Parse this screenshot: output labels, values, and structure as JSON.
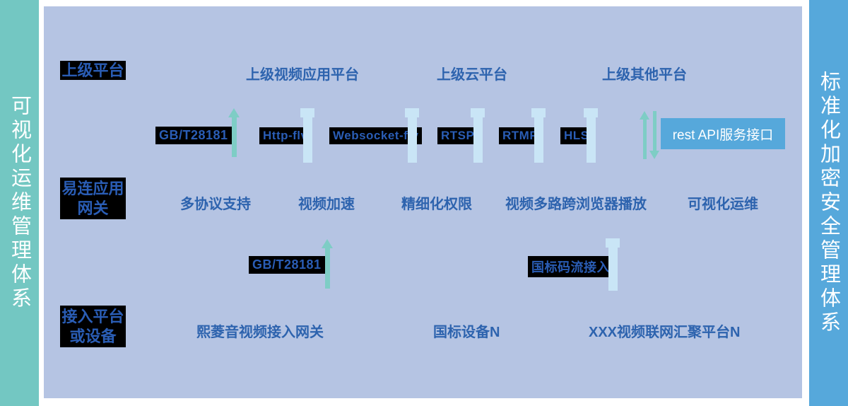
{
  "left_sidebar": {
    "label": "可视化运维管理体系"
  },
  "right_sidebar": {
    "label": "标准化加密安全管理体系"
  },
  "diagram": {
    "colors": {
      "left_banner_bg": "#73c7c2",
      "right_banner_bg": "#56a8db",
      "panel_bg": "#b5c4e3",
      "tag_bg": "#000000",
      "blue_text": "#2d63ae",
      "teal_arrow": "#7ecdc5",
      "pillar_arrow": "#c9e5f6",
      "api_box_bg": "#56a8db",
      "api_box_text": "#ffffff"
    },
    "row_labels": {
      "top": "上级平台",
      "middle": "易连应用\n网关",
      "bottom": "接入平台\n或设备"
    },
    "top_platforms": [
      "上级视频应用平台",
      "上级云平台",
      "上级其他平台"
    ],
    "protocols": [
      "GB/T28181",
      "Http-flv",
      "Websocket-flv",
      "RTSP",
      "RTMP",
      "HLS"
    ],
    "rest_api": "rest API服务接口",
    "features": [
      "多协议支持",
      "视频加速",
      "精细化权限",
      "视频多路跨浏览器播放",
      "可视化运维"
    ],
    "lower_protocols": [
      "GB/T28181",
      "国标码流接入"
    ],
    "bottom_platforms": [
      "熙菱音视频接入网关",
      "国标设备N",
      "XXX视频联网汇聚平台N"
    ]
  }
}
